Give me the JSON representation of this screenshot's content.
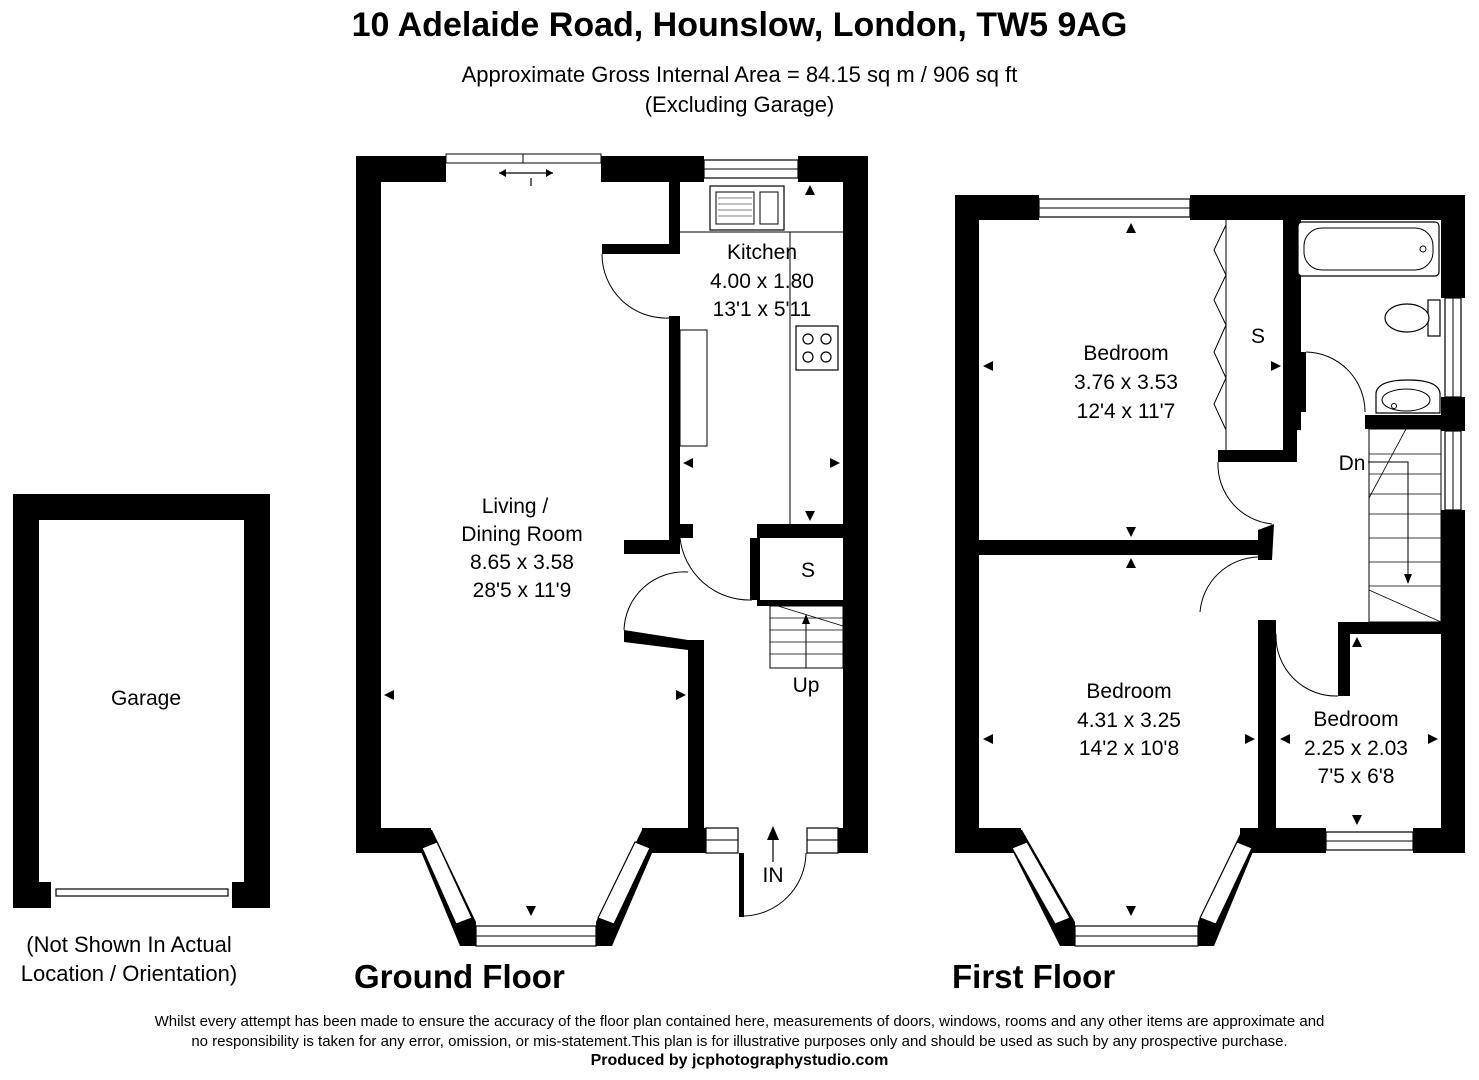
{
  "header": {
    "address": "10 Adelaide Road, Hounslow, London, TW5 9AG",
    "area": "Approximate Gross Internal Area = 84.15 sq m / 906 sq ft",
    "area_note": "(Excluding Garage)"
  },
  "garage": {
    "name": "Garage",
    "note_line1": "(Not Shown In Actual",
    "note_line2": "Location / Orientation)"
  },
  "ground_floor": {
    "label": "Ground Floor",
    "living": {
      "line1": "Living /",
      "line2": "Dining Room",
      "metric": "8.65 x 3.58",
      "imperial": "28'5 x 11'9"
    },
    "kitchen": {
      "name": "Kitchen",
      "metric": "4.00 x 1.80",
      "imperial": "13'1 x 5'11"
    },
    "store": "S",
    "stairs": "Up",
    "entrance": "IN"
  },
  "first_floor": {
    "label": "First Floor",
    "bedroom1": {
      "name": "Bedroom",
      "metric": "3.76 x 3.53",
      "imperial": "12'4 x 11'7"
    },
    "bedroom2": {
      "name": "Bedroom",
      "metric": "4.31 x 3.25",
      "imperial": "14'2 x 10'8"
    },
    "bedroom3": {
      "name": "Bedroom",
      "metric": "2.25 x 2.03",
      "imperial": "7'5 x 6'8"
    },
    "wardrobe": "S",
    "stairs": "Dn"
  },
  "footer": {
    "disclaimer_line1": "Whilst every attempt has been made to ensure the accuracy of the floor plan contained here, measurements of doors, windows, rooms and any other items are approximate and",
    "disclaimer_line2": "no responsibility is taken for any error, omission, or mis-statement.This plan is for illustrative purposes only and should be used as such by any prospective purchase.",
    "credit": "Produced by jcphotographystudio.com"
  }
}
